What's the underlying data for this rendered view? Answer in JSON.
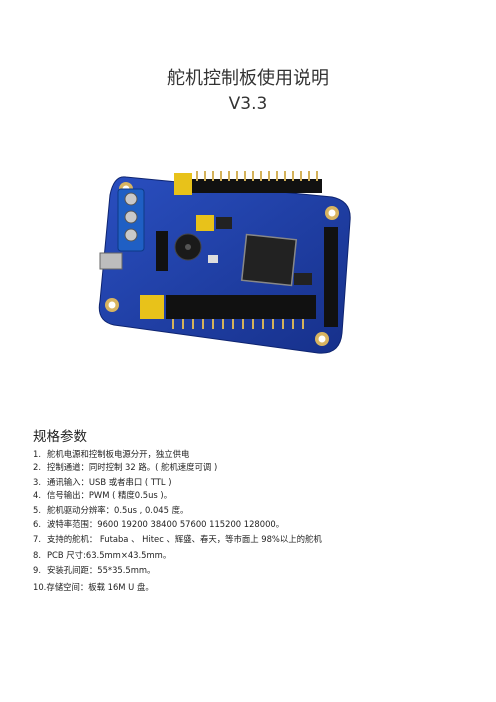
{
  "doc": {
    "title": "舵机控制板使用说明",
    "version": "V3.3"
  },
  "board_image": {
    "icon": "servo-controller-board-photo",
    "colors": {
      "pcb": "#1f3fa6",
      "header": "#111111",
      "jumper": "#e8c21a",
      "terminal": "#1f5fc4",
      "chip": "#222222"
    }
  },
  "specs": {
    "heading": "规格参数",
    "items": [
      {
        "num": "1.",
        "text": "舵机电源和控制板电源分开，独立供电"
      },
      {
        "num": "2.",
        "text": "控制通道：同时控制  32  路。( 舵机速度可调 )"
      },
      {
        "num": "3.",
        "text": "通讯输入：USB   或者串口 ( TTL )"
      },
      {
        "num": "4.",
        "text": "信号输出：PWM ( 精度0.5us )。"
      },
      {
        "num": "5.",
        "text": "舵机驱动分辨率：0.5us , 0.045 度。"
      },
      {
        "num": "6.",
        "text": "波特率范围：9600 19200 38400 57600 115200 128000。"
      },
      {
        "num": "7.",
        "text": "支持的舵机：  Futaba 、  Hitec 、辉盛、春天，等市面上 98%以上的舵机"
      },
      {
        "num": "8.",
        "text": "PCB 尺寸:63.5mm×43.5mm。"
      },
      {
        "num": "9.",
        "text": "安装孔间距：55*35.5mm。"
      },
      {
        "num": "10.",
        "text": "存储空间：板载 16M U 盘。"
      }
    ]
  }
}
